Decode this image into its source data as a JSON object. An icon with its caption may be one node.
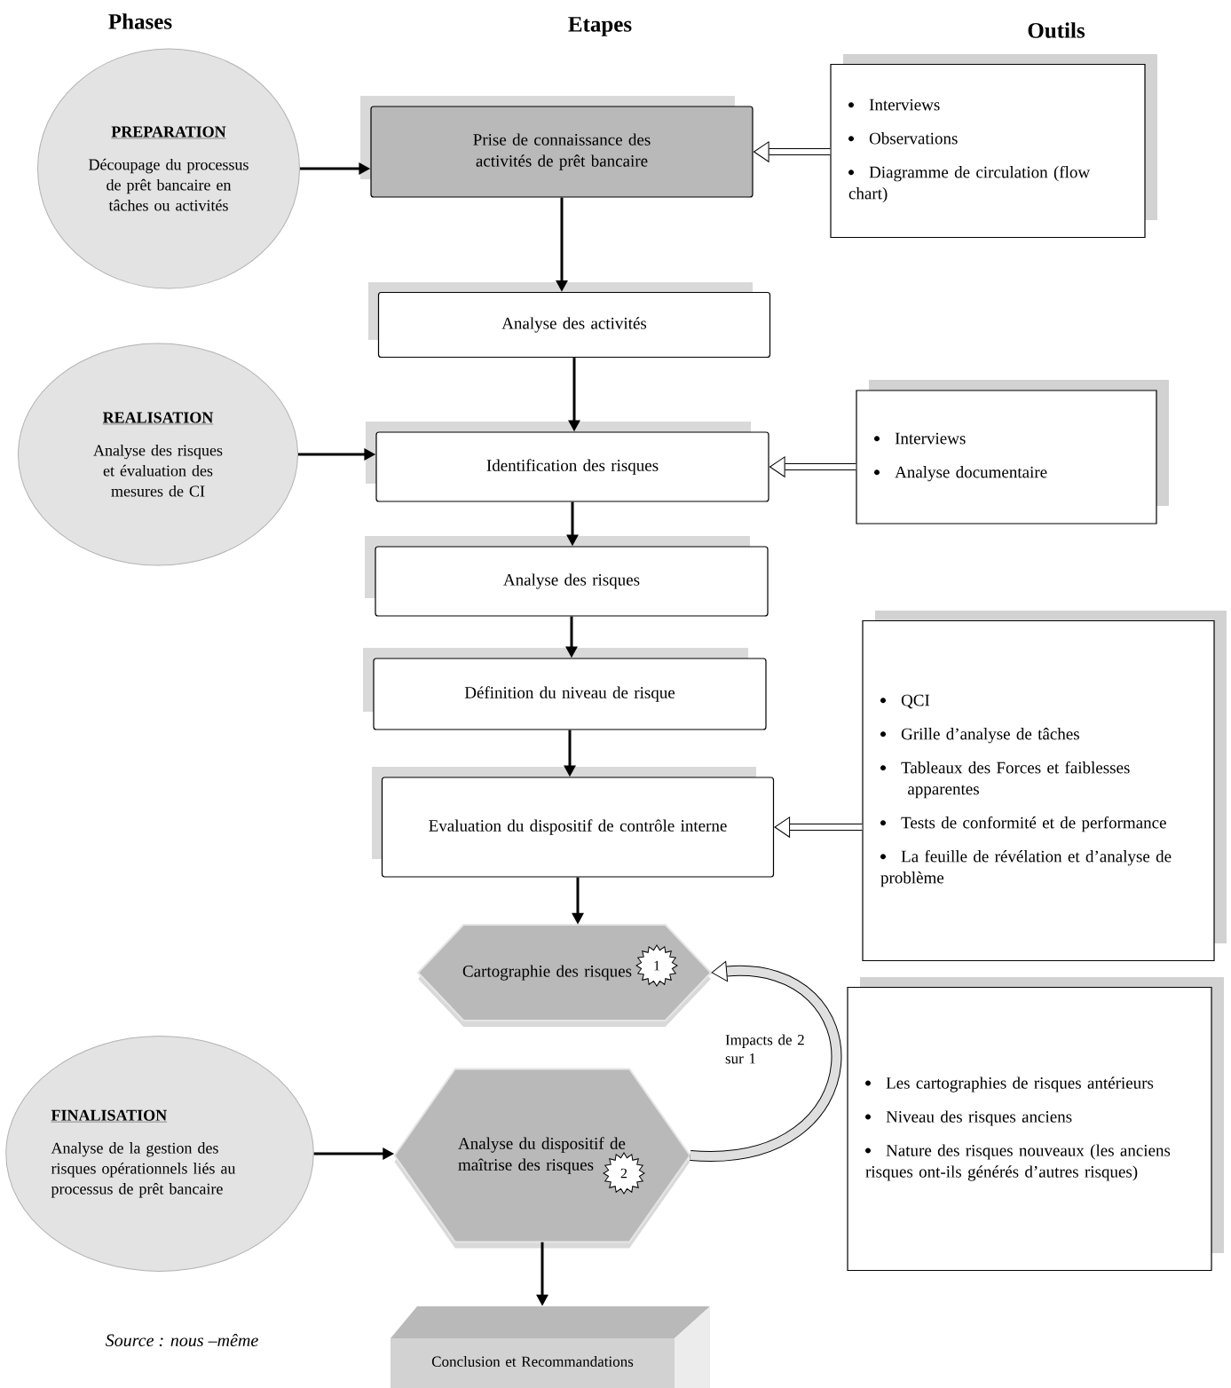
{
  "diagram": {
    "caption": "Source : nous –même",
    "nodes": [
      {
        "text": [
          "PREPARATION",
          "Découpage du processus de prêt bancaire en tâches ou activités"
        ]
      },
      {
        "text": [
          "Prise de connaissance des activités  de prêt bancaire"
        ]
      },
      {
        "text": [
          "Interviews",
          "Observations",
          "Diagramme de circulation (flow chart)"
        ]
      },
      {
        "text": [
          "Analyse des activités"
        ]
      },
      {
        "text": [
          "REALISATION",
          "Analyse des risques et évaluation des mesures de CI"
        ]
      },
      {
        "text": [
          "Identification des risques"
        ]
      },
      {
        "text": [
          "Interviews",
          "Analyse documentaire"
        ]
      },
      {
        "text": [
          "Analyse des risques"
        ]
      },
      {
        "text": [
          "Définition du niveau de risque"
        ]
      },
      {
        "text": [
          "QCI",
          "Grille d’analyse de tâches",
          "Tableaux des Forces et faiblesses apparentes",
          "Tests de conformité et de performance",
          "La feuille de révélation et d’analyse de problème"
        ]
      },
      {
        "text": [
          "Evaluation du dispositif de contrôle interne"
        ]
      },
      {
        "text": [
          "Cartographie des risques"
        ]
      },
      {
        "text": [
          "1"
        ],
        "in": 11
      },
      {
        "text": [
          "Les cartographies de risques antérieurs",
          "Niveau des risques anciens",
          "Nature des risques nouveaux (les anciens risques ont-ils générés d’autres risques)"
        ]
      },
      {
        "text": [
          "FINALISATION",
          "Analyse de la gestion des risques opérationnels liés au processus de prêt bancaire"
        ]
      },
      {
        "text": [
          "Analyse du dispositif de maîtrise des risques"
        ]
      },
      {
        "text": [
          "2"
        ],
        "in": 15
      },
      {
        "text": [
          "Conclusion et Recommandations"
        ]
      }
    ],
    "edges": [
      {
        "from": 0,
        "to": 1,
        "arrow": "to"
      },
      {
        "from": 2,
        "to": 1,
        "arrow": "to",
        "style": "thick"
      },
      {
        "from": 1,
        "to": 3,
        "arrow": "to"
      },
      {
        "from": 3,
        "to": 5,
        "arrow": "to"
      },
      {
        "from": 4,
        "to": 5,
        "arrow": "to"
      },
      {
        "from": 6,
        "to": 5,
        "arrow": "to",
        "style": "thick"
      },
      {
        "from": 5,
        "to": 7,
        "arrow": "to"
      },
      {
        "from": 7,
        "to": 8,
        "arrow": "to"
      },
      {
        "from": 8,
        "to": 10,
        "arrow": "to"
      },
      {
        "from": 9,
        "to": 10,
        "arrow": "to",
        "style": "thick"
      },
      {
        "from": 10,
        "to": 11,
        "arrow": "to"
      },
      {
        "from": 14,
        "to": 15,
        "arrow": "to"
      },
      {
        "from": 15,
        "to": 11,
        "arrow": "to",
        "style": "thick",
        "label": "Impacts de 2 sur 1"
      },
      {
        "from": 15,
        "to": 17,
        "arrow": "to"
      }
    ],
    "labels": [
      "Phases",
      "Etapes",
      "Outils"
    ]
  }
}
